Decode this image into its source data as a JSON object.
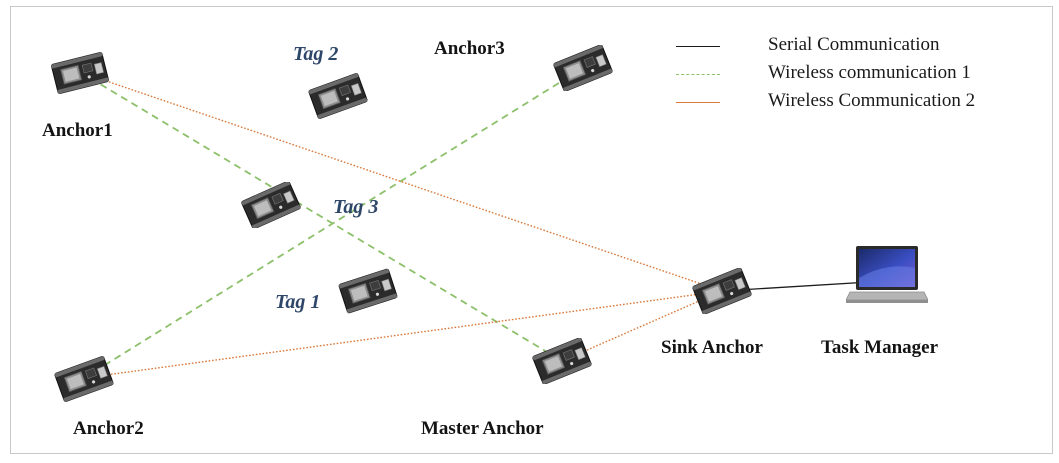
{
  "colors": {
    "serial": "#1c1c1c",
    "wireless1": "#8cc06a",
    "wireless2": "#d9793a",
    "tag_label": "#2e4668"
  },
  "legend": [
    {
      "label": "Serial Communication",
      "style": "solid",
      "color": "#1c1c1c"
    },
    {
      "label": "Wireless communication 1",
      "style": "dashed",
      "color": "#8cc06a"
    },
    {
      "label": "Wireless Communication 2",
      "style": "solid",
      "color": "#d9793a"
    }
  ],
  "nodes": {
    "anchor1": {
      "label": "Anchor1",
      "icon": "esp32-board-icon"
    },
    "anchor2": {
      "label": "Anchor2",
      "icon": "esp32-board-icon"
    },
    "anchor3": {
      "label": "Anchor3",
      "icon": "esp32-board-icon"
    },
    "master_anchor": {
      "label": "Master Anchor",
      "icon": "esp32-board-icon"
    },
    "sink_anchor": {
      "label": "Sink Anchor",
      "icon": "esp32-board-icon"
    },
    "task_manager": {
      "label": "Task Manager",
      "icon": "laptop-icon"
    },
    "tag1": {
      "label": "Tag 1",
      "icon": "esp32-board-icon"
    },
    "tag2": {
      "label": "Tag 2",
      "icon": "esp32-board-icon"
    },
    "tag3": {
      "label": "Tag 3",
      "icon": "esp32-board-icon"
    }
  },
  "links": [
    {
      "from": "anchor1",
      "to": "master_anchor",
      "type": "wireless1"
    },
    {
      "from": "anchor2",
      "to": "anchor3",
      "type": "wireless1"
    },
    {
      "from": "anchor1",
      "to": "sink_anchor",
      "type": "wireless2"
    },
    {
      "from": "anchor2",
      "to": "sink_anchor",
      "type": "wireless2"
    },
    {
      "from": "master_anchor",
      "to": "sink_anchor",
      "type": "wireless2"
    },
    {
      "from": "sink_anchor",
      "to": "task_manager",
      "type": "serial"
    }
  ]
}
